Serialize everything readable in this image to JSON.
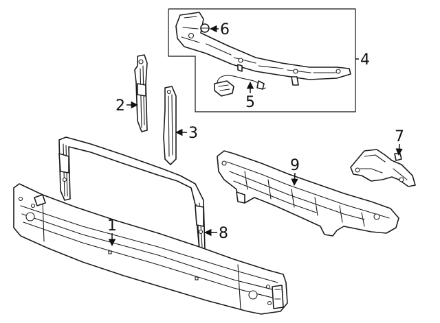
{
  "diagram": {
    "callouts": [
      {
        "id": "callout-1",
        "label": "1"
      },
      {
        "id": "callout-2",
        "label": "2"
      },
      {
        "id": "callout-3",
        "label": "3"
      },
      {
        "id": "callout-4",
        "label": "4"
      },
      {
        "id": "callout-5",
        "label": "5"
      },
      {
        "id": "callout-6",
        "label": "6"
      },
      {
        "id": "callout-7",
        "label": "7"
      },
      {
        "id": "callout-8",
        "label": "8"
      },
      {
        "id": "callout-9",
        "label": "9"
      }
    ],
    "colors": {
      "line": "#1a1a1a",
      "background": "#ffffff"
    }
  }
}
